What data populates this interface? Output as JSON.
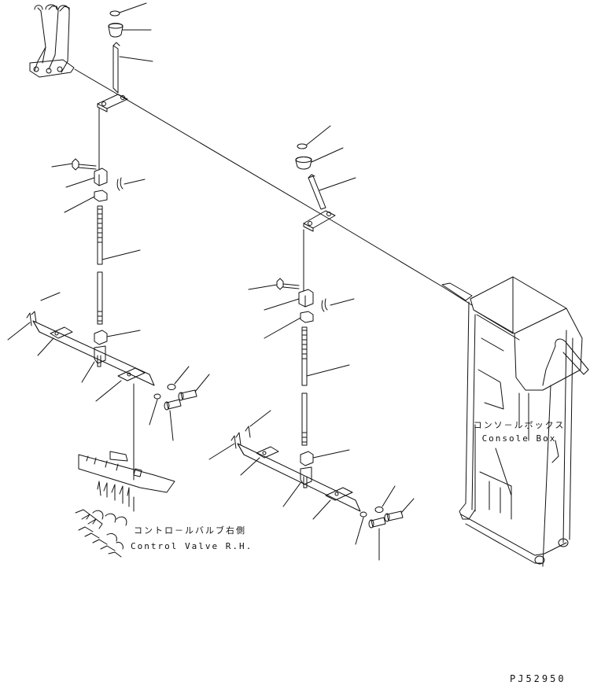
{
  "labels": {
    "console_box_jp": "コンソ－ルボックス",
    "console_box_en": "Console Box",
    "control_valve_jp": "コントロ－ルバルブ右側",
    "control_valve_en": "Control Valve R.H.",
    "drawing_number": "PJ52950"
  },
  "colors": {
    "line": "#111111",
    "background": "#ffffff"
  }
}
